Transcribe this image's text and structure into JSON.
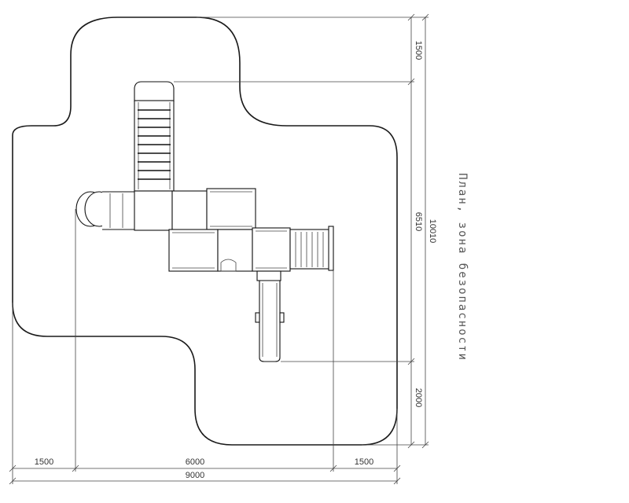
{
  "drawing": {
    "title": "План, зона безопасности",
    "dimensions": {
      "bottom": {
        "left": "1500",
        "middle": "6000",
        "right": "1500",
        "total": "9000"
      },
      "right": {
        "top": "1500",
        "middle": "6510",
        "bottom": "2000",
        "total": "10010"
      }
    }
  }
}
